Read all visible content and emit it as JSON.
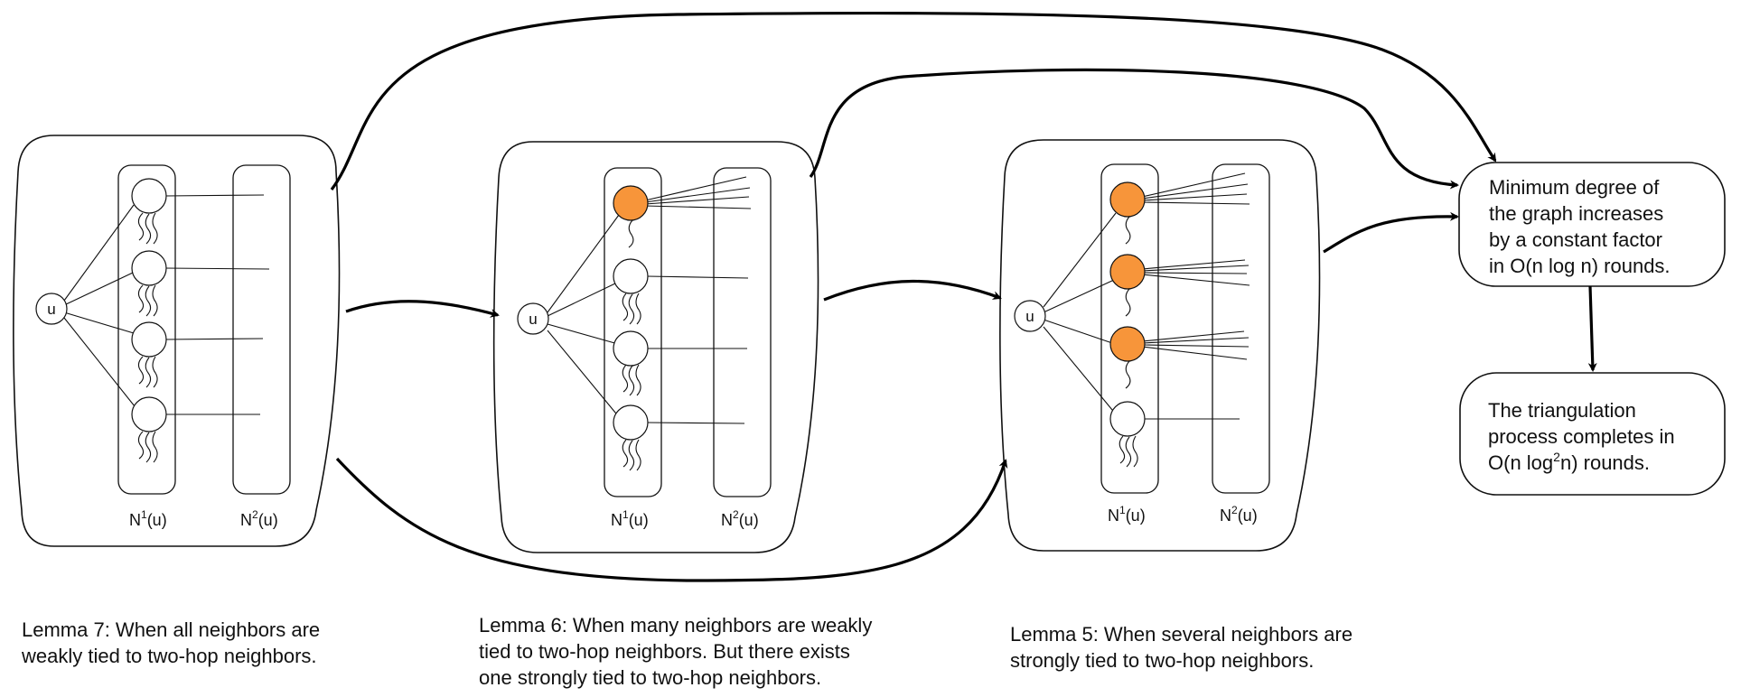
{
  "labels": {
    "center_node": "u",
    "n1": "N",
    "n1_sup": "1",
    "n2": "N",
    "n2_sup": "2",
    "paren_u": "(u)"
  },
  "captions": {
    "lemma7": [
      "Lemma 7: When all neighbors are",
      "weakly tied to two-hop neighbors."
    ],
    "lemma6": [
      "Lemma 6: When many neighbors are weakly",
      "tied to two-hop neighbors. But there exists",
      "one strongly tied to two-hop neighbors."
    ],
    "lemma5": [
      "Lemma 5: When several neighbors are",
      "strongly tied to two-hop neighbors."
    ]
  },
  "results": {
    "min_degree": [
      "Minimum degree of",
      "the graph increases",
      "by a constant factor",
      "in O(n log n) rounds."
    ],
    "triangulation": {
      "line1": "The triangulation",
      "line2": "process completes in",
      "line3_pre": "O(n log",
      "line3_sup": "2",
      "line3_post": "n) rounds."
    }
  },
  "colors": {
    "strong_node": "#F7953A",
    "weak_node": "#ffffff",
    "stroke": "#111111"
  }
}
